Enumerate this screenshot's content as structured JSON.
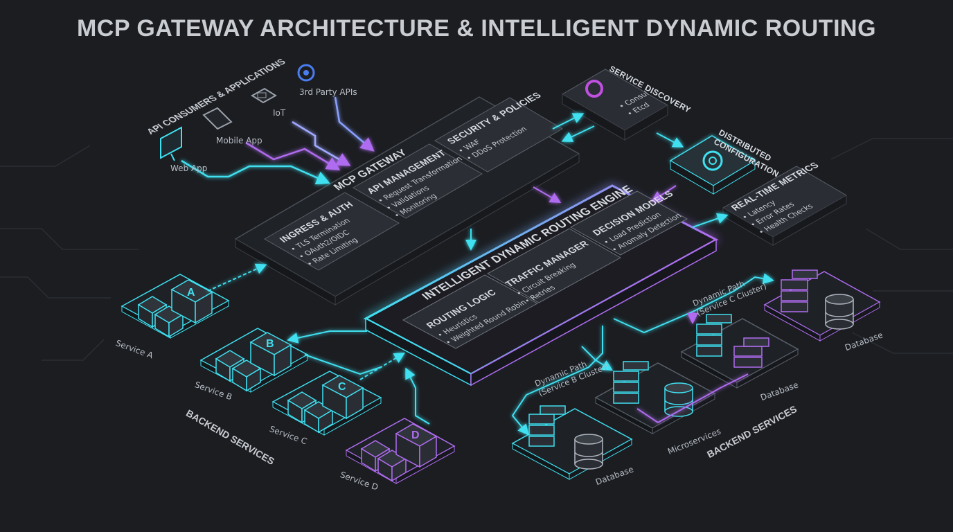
{
  "title": "MCP GATEWAY ARCHITECTURE & INTELLIGENT DYNAMIC ROUTING",
  "consumers": {
    "header": "API CONSUMERS & APPLICATIONS",
    "web_app": "Web App",
    "mobile_app": "Mobile App",
    "iot": "IoT",
    "third_party": "3rd Party APIs"
  },
  "gateway": {
    "title": "MCP GATEWAY",
    "ingress": {
      "title": "INGRESS & AUTH",
      "items": [
        "TLS Termination",
        "OAuth2/OIDC",
        "Rate Limiting"
      ]
    },
    "api_mgmt": {
      "title": "API MANAGEMENT",
      "items": [
        "Request Transformation",
        "Validations",
        "Monitoring"
      ]
    },
    "security": {
      "title": "SECURITY & POLICIES",
      "items": [
        "WAF",
        "DDoS Protection"
      ]
    }
  },
  "engine": {
    "title": "INTELLIGENT DYNAMIC ROUTING ENGINE",
    "routing": {
      "title": "ROUTING LOGIC",
      "items": [
        "Heuristics",
        "Weighted Round Robin"
      ]
    },
    "traffic": {
      "title": "TRAFFIC MANAGER",
      "items": [
        "Circuit Breaking",
        "Retries"
      ]
    },
    "decision": {
      "title": "DECISION MODELS",
      "items": [
        "Load Prediction",
        "Anomaly Detection"
      ]
    }
  },
  "service_discovery": {
    "title": "SERVICE DISCOVERY",
    "items": [
      "Consul",
      "Etcd"
    ]
  },
  "distributed_config": {
    "title": "DISTRIBUTED CONFIGURATION"
  },
  "metrics": {
    "title": "REAL-TIME METRICS",
    "items": [
      "Latency",
      "Error Rates",
      "Health Checks"
    ]
  },
  "backend_left": {
    "label": "BACKEND SERVICES",
    "services": [
      {
        "name": "Service A",
        "letter": "A"
      },
      {
        "name": "Service B",
        "letter": "B"
      },
      {
        "name": "Service C",
        "letter": "C"
      },
      {
        "name": "Service D",
        "letter": "D"
      }
    ]
  },
  "backend_right": {
    "label": "BACKEND SERVICES",
    "path_b": "Dynamic Path\n(Service B Cluster)",
    "path_c": "Dynamic Path\n(Service C Cluster)",
    "database_1": "Database",
    "microservices": "Microservices",
    "database_2": "Database",
    "database_3": "Database"
  },
  "colors": {
    "cyan": "#3fe0f0",
    "purple": "#b06cf0",
    "panel": "#2a2d33",
    "bg": "#1b1d21"
  }
}
